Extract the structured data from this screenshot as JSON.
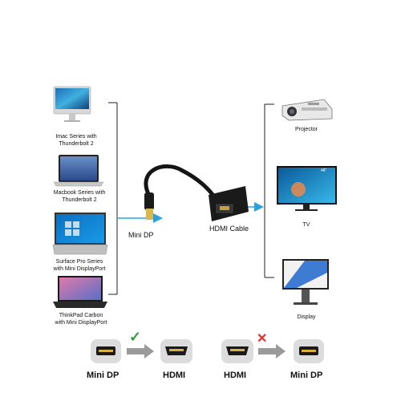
{
  "devices_left": [
    {
      "label_line1": "Imac Series with",
      "label_line2": "Thunderbolt 2"
    },
    {
      "label_line1": "Macbook Series with",
      "label_line2": "Thunderbolt 2"
    },
    {
      "label_line1": "Surface Pro Series",
      "label_line2": "with Mini DisplayPort"
    },
    {
      "label_line1": "ThinkPad Carbon",
      "label_line2": "with Mini DisplayPort"
    }
  ],
  "devices_right": [
    {
      "label": "Projector"
    },
    {
      "label": "TV"
    },
    {
      "label": "Display"
    }
  ],
  "adapter": {
    "input_label": "Mini DP",
    "output_label": "HDMI Cable",
    "tv_screen_text": "48\""
  },
  "compatibility": {
    "supported": {
      "from": "Mini DP",
      "to": "HDMI",
      "mark": "✓"
    },
    "unsupported": {
      "from": "HDMI",
      "to": "Mini DP",
      "mark": "✕"
    }
  },
  "colors": {
    "arrow": "#29a3e0",
    "check": "#3a9a3a",
    "cross": "#e03030",
    "line": "#222222"
  }
}
